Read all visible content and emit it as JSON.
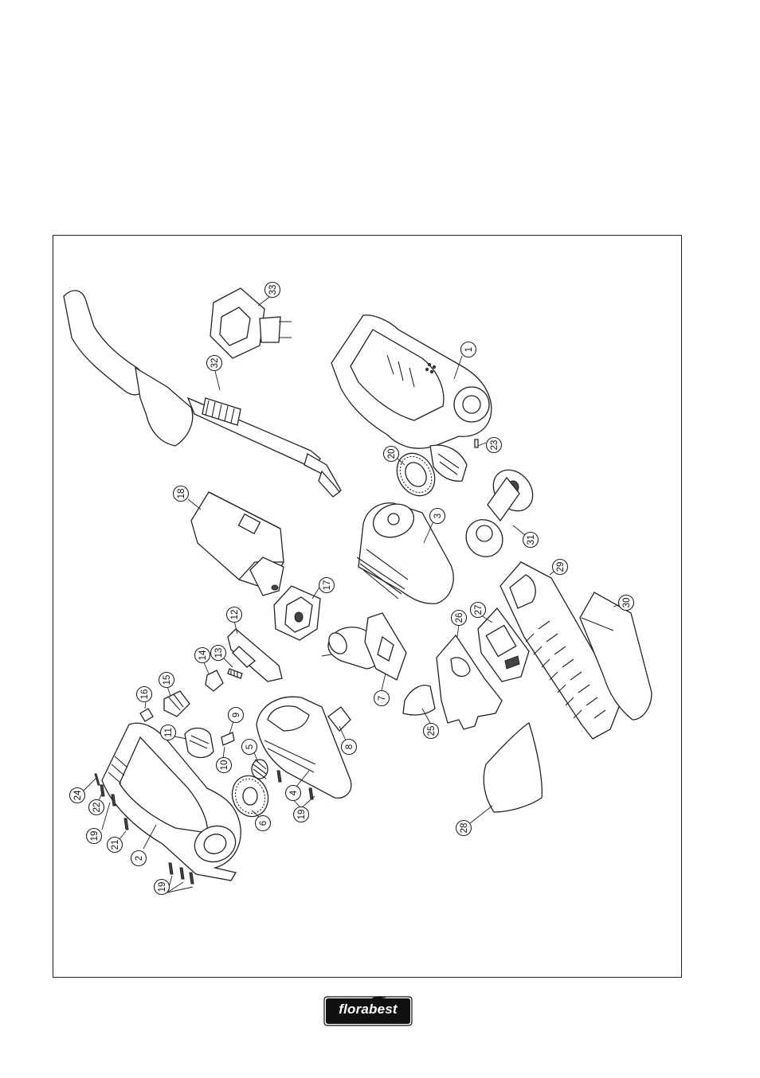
{
  "brand": {
    "name": "florabest"
  },
  "callouts": [
    {
      "label": "1"
    },
    {
      "label": "2"
    },
    {
      "label": "3"
    },
    {
      "label": "4"
    },
    {
      "label": "5"
    },
    {
      "label": "6"
    },
    {
      "label": "7"
    },
    {
      "label": "8"
    },
    {
      "label": "9"
    },
    {
      "label": "10"
    },
    {
      "label": "11"
    },
    {
      "label": "12"
    },
    {
      "label": "13"
    },
    {
      "label": "14"
    },
    {
      "label": "15"
    },
    {
      "label": "16"
    },
    {
      "label": "17"
    },
    {
      "label": "18"
    },
    {
      "label": "19"
    },
    {
      "label": "19"
    },
    {
      "label": "19"
    },
    {
      "label": "20"
    },
    {
      "label": "21"
    },
    {
      "label": "22"
    },
    {
      "label": "23"
    },
    {
      "label": "24"
    },
    {
      "label": "25"
    },
    {
      "label": "26"
    },
    {
      "label": "27"
    },
    {
      "label": "28"
    },
    {
      "label": "29"
    },
    {
      "label": "30"
    },
    {
      "label": "31"
    },
    {
      "label": "32"
    },
    {
      "label": "33"
    }
  ]
}
